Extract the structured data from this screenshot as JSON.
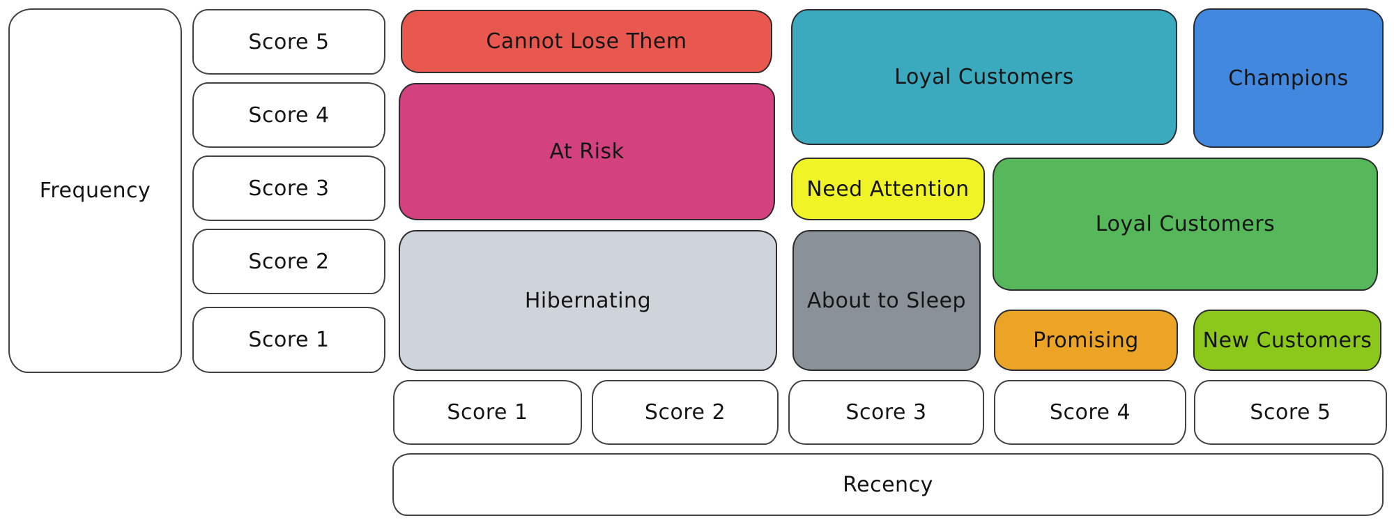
{
  "canvas": {
    "background": "#ffffff",
    "stroke_color": "#2c2d30",
    "text_color": "#151515"
  },
  "frequency_axis": {
    "label": "Frequency",
    "scores": [
      "Score 5",
      "Score 4",
      "Score 3",
      "Score 2",
      "Score 1"
    ]
  },
  "recency_axis": {
    "label": "Recency",
    "scores": [
      "Score 1",
      "Score 2",
      "Score 3",
      "Score 4",
      "Score 5"
    ]
  },
  "segments": {
    "cannot_lose_them": {
      "label": "Cannot Lose Them",
      "color": "#E8584F"
    },
    "at_risk": {
      "label": "At Risk",
      "color": "#D4417F"
    },
    "hibernating": {
      "label": "Hibernating",
      "color": "#CFD4DA"
    },
    "loyal_customers_top": {
      "label": "Loyal Customers",
      "color": "#3BA9BE"
    },
    "champions": {
      "label": "Champions",
      "color": "#4288DE"
    },
    "need_attention": {
      "label": "Need Attention",
      "color": "#F0F326"
    },
    "loyal_customers_right": {
      "label": "Loyal Customers",
      "color": "#56B85A"
    },
    "about_to_sleep": {
      "label": "About to Sleep",
      "color": "#8A9199"
    },
    "promising": {
      "label": "Promising",
      "color": "#ECA426"
    },
    "new_customers": {
      "label": "New Customers",
      "color": "#8CC81C"
    }
  }
}
